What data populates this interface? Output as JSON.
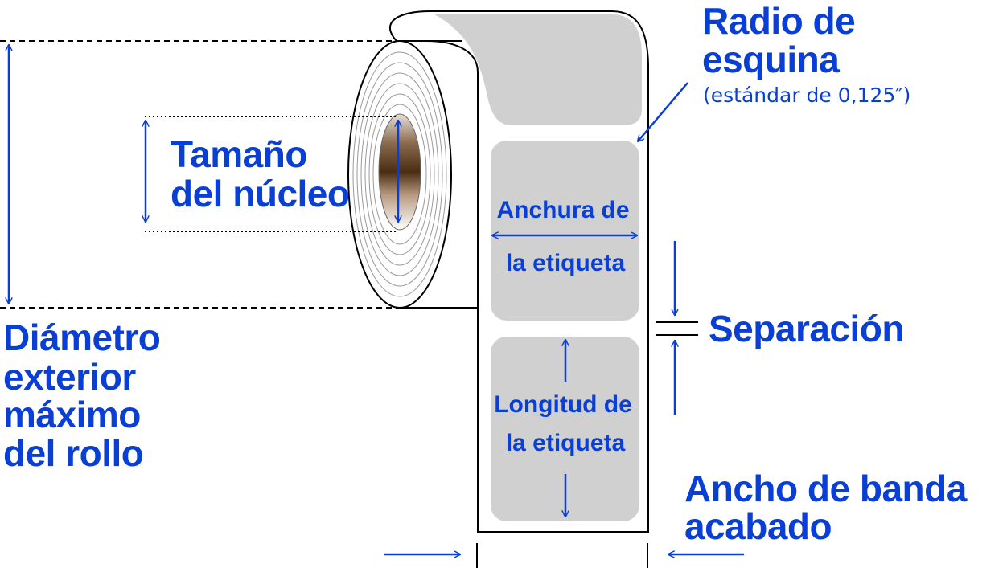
{
  "labels": {
    "corner_radius": {
      "line1": "Radio de",
      "line2": "esquina",
      "note": "(estándar de 0,125″)"
    },
    "core_size": {
      "line1": "Tamaño",
      "line2": "del núcleo"
    },
    "outer_diameter": {
      "line1": "Diámetro",
      "line2": "exterior",
      "line3": "máximo",
      "line4": "del rollo"
    },
    "label_width": {
      "line1": "Anchura de",
      "line2": "la etiqueta"
    },
    "label_length": {
      "line1": "Longitud de",
      "line2": "la etiqueta"
    },
    "gap": "Separación",
    "web_width": {
      "line1": "Ancho de banda",
      "line2": "acabado"
    }
  },
  "colors": {
    "accent": "#0a3fd6",
    "label_fill": "#d0d0d0",
    "line": "#000000"
  }
}
